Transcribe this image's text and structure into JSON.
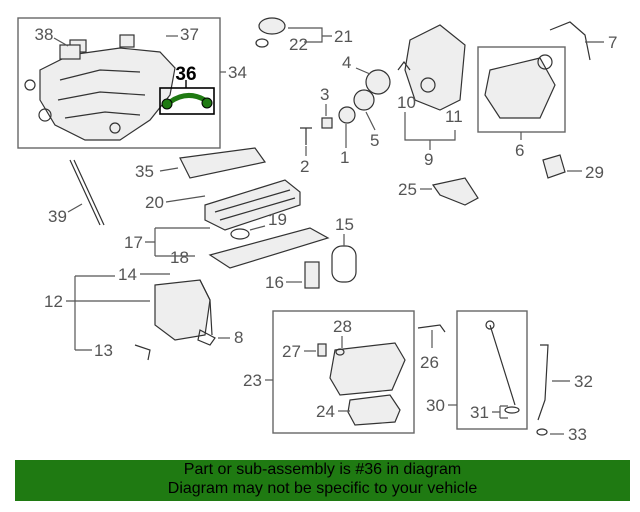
{
  "diagram": {
    "highlighted_callout": "36",
    "callouts": [
      "1",
      "2",
      "3",
      "4",
      "5",
      "6",
      "7",
      "8",
      "9",
      "10",
      "11",
      "12",
      "13",
      "14",
      "15",
      "16",
      "17",
      "18",
      "19",
      "20",
      "21",
      "22",
      "23",
      "24",
      "25",
      "26",
      "27",
      "28",
      "29",
      "30",
      "31",
      "32",
      "33",
      "34",
      "35",
      "36",
      "37",
      "38",
      "39"
    ],
    "accent_highlight": "#000000"
  },
  "banner": {
    "line1": "Part or sub-assembly is #36 in diagram",
    "line2": "Diagram may not be specific to your vehicle",
    "color": "#1f7a12"
  }
}
